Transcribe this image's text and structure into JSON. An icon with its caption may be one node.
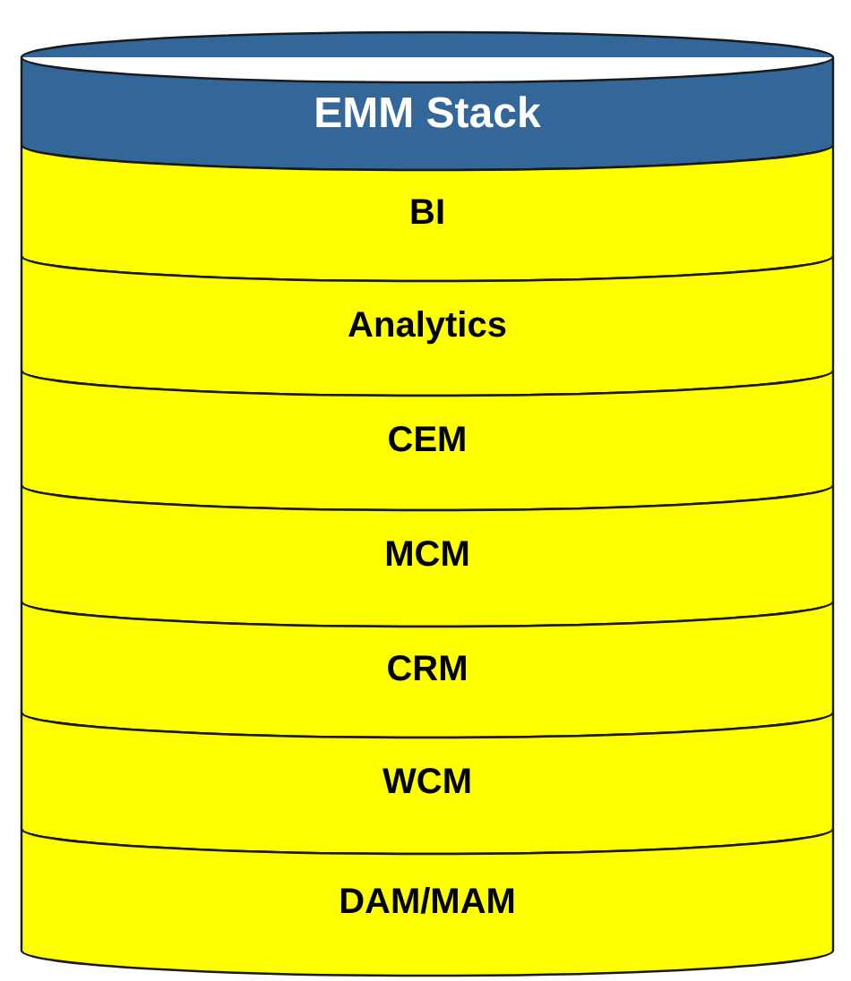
{
  "diagram": {
    "nodes": [
      {
        "text": [
          "EMM Stack"
        ]
      },
      {
        "text": [
          "BI"
        ]
      },
      {
        "text": [
          "Analytics"
        ]
      },
      {
        "text": [
          "CEM"
        ]
      },
      {
        "text": [
          "MCM"
        ]
      },
      {
        "text": [
          "CRM"
        ]
      },
      {
        "text": [
          "WCM"
        ]
      },
      {
        "text": [
          "DAM/MAM"
        ]
      }
    ]
  }
}
